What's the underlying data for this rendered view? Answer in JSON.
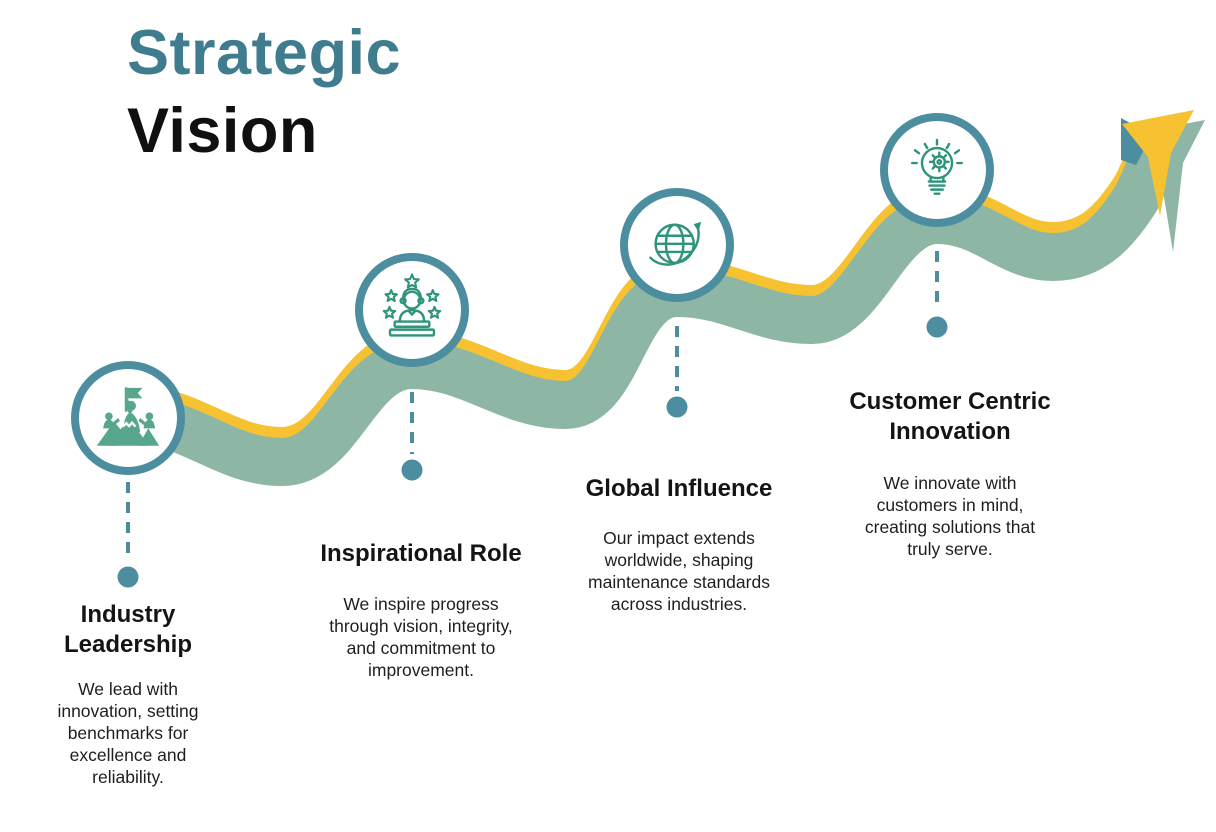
{
  "title": {
    "line1": "Strategic",
    "line2": "Vision"
  },
  "colors": {
    "title_accent": "#3E7C8E",
    "title_dark": "#101010",
    "band_green": "#8EB6A4",
    "band_yellow": "#F6C232",
    "node_teal": "#4C8EA0",
    "icon_fill_green": "#57A68D",
    "icon_stroke_green": "#2F947C",
    "heading_text": "#141414",
    "body_text": "#1E1E1E"
  },
  "milestones": [
    {
      "heading": "Industry Leadership",
      "body": "We lead with innovation, setting benchmarks for excellence and reliability.",
      "icon": "mountain-flag-achievement-icon"
    },
    {
      "heading": "Inspirational Role",
      "body": "We inspire progress through vision, integrity, and commitment to improvement.",
      "icon": "presenter-stars-icon"
    },
    {
      "heading": "Global Influence",
      "body": "Our impact extends worldwide, shaping maintenance standards across industries.",
      "icon": "globe-orbit-arrow-icon"
    },
    {
      "heading": "Customer Centric Innovation",
      "body": "We innovate with customers in mind, creating solutions that truly serve.",
      "icon": "lightbulb-gear-idea-icon"
    }
  ]
}
